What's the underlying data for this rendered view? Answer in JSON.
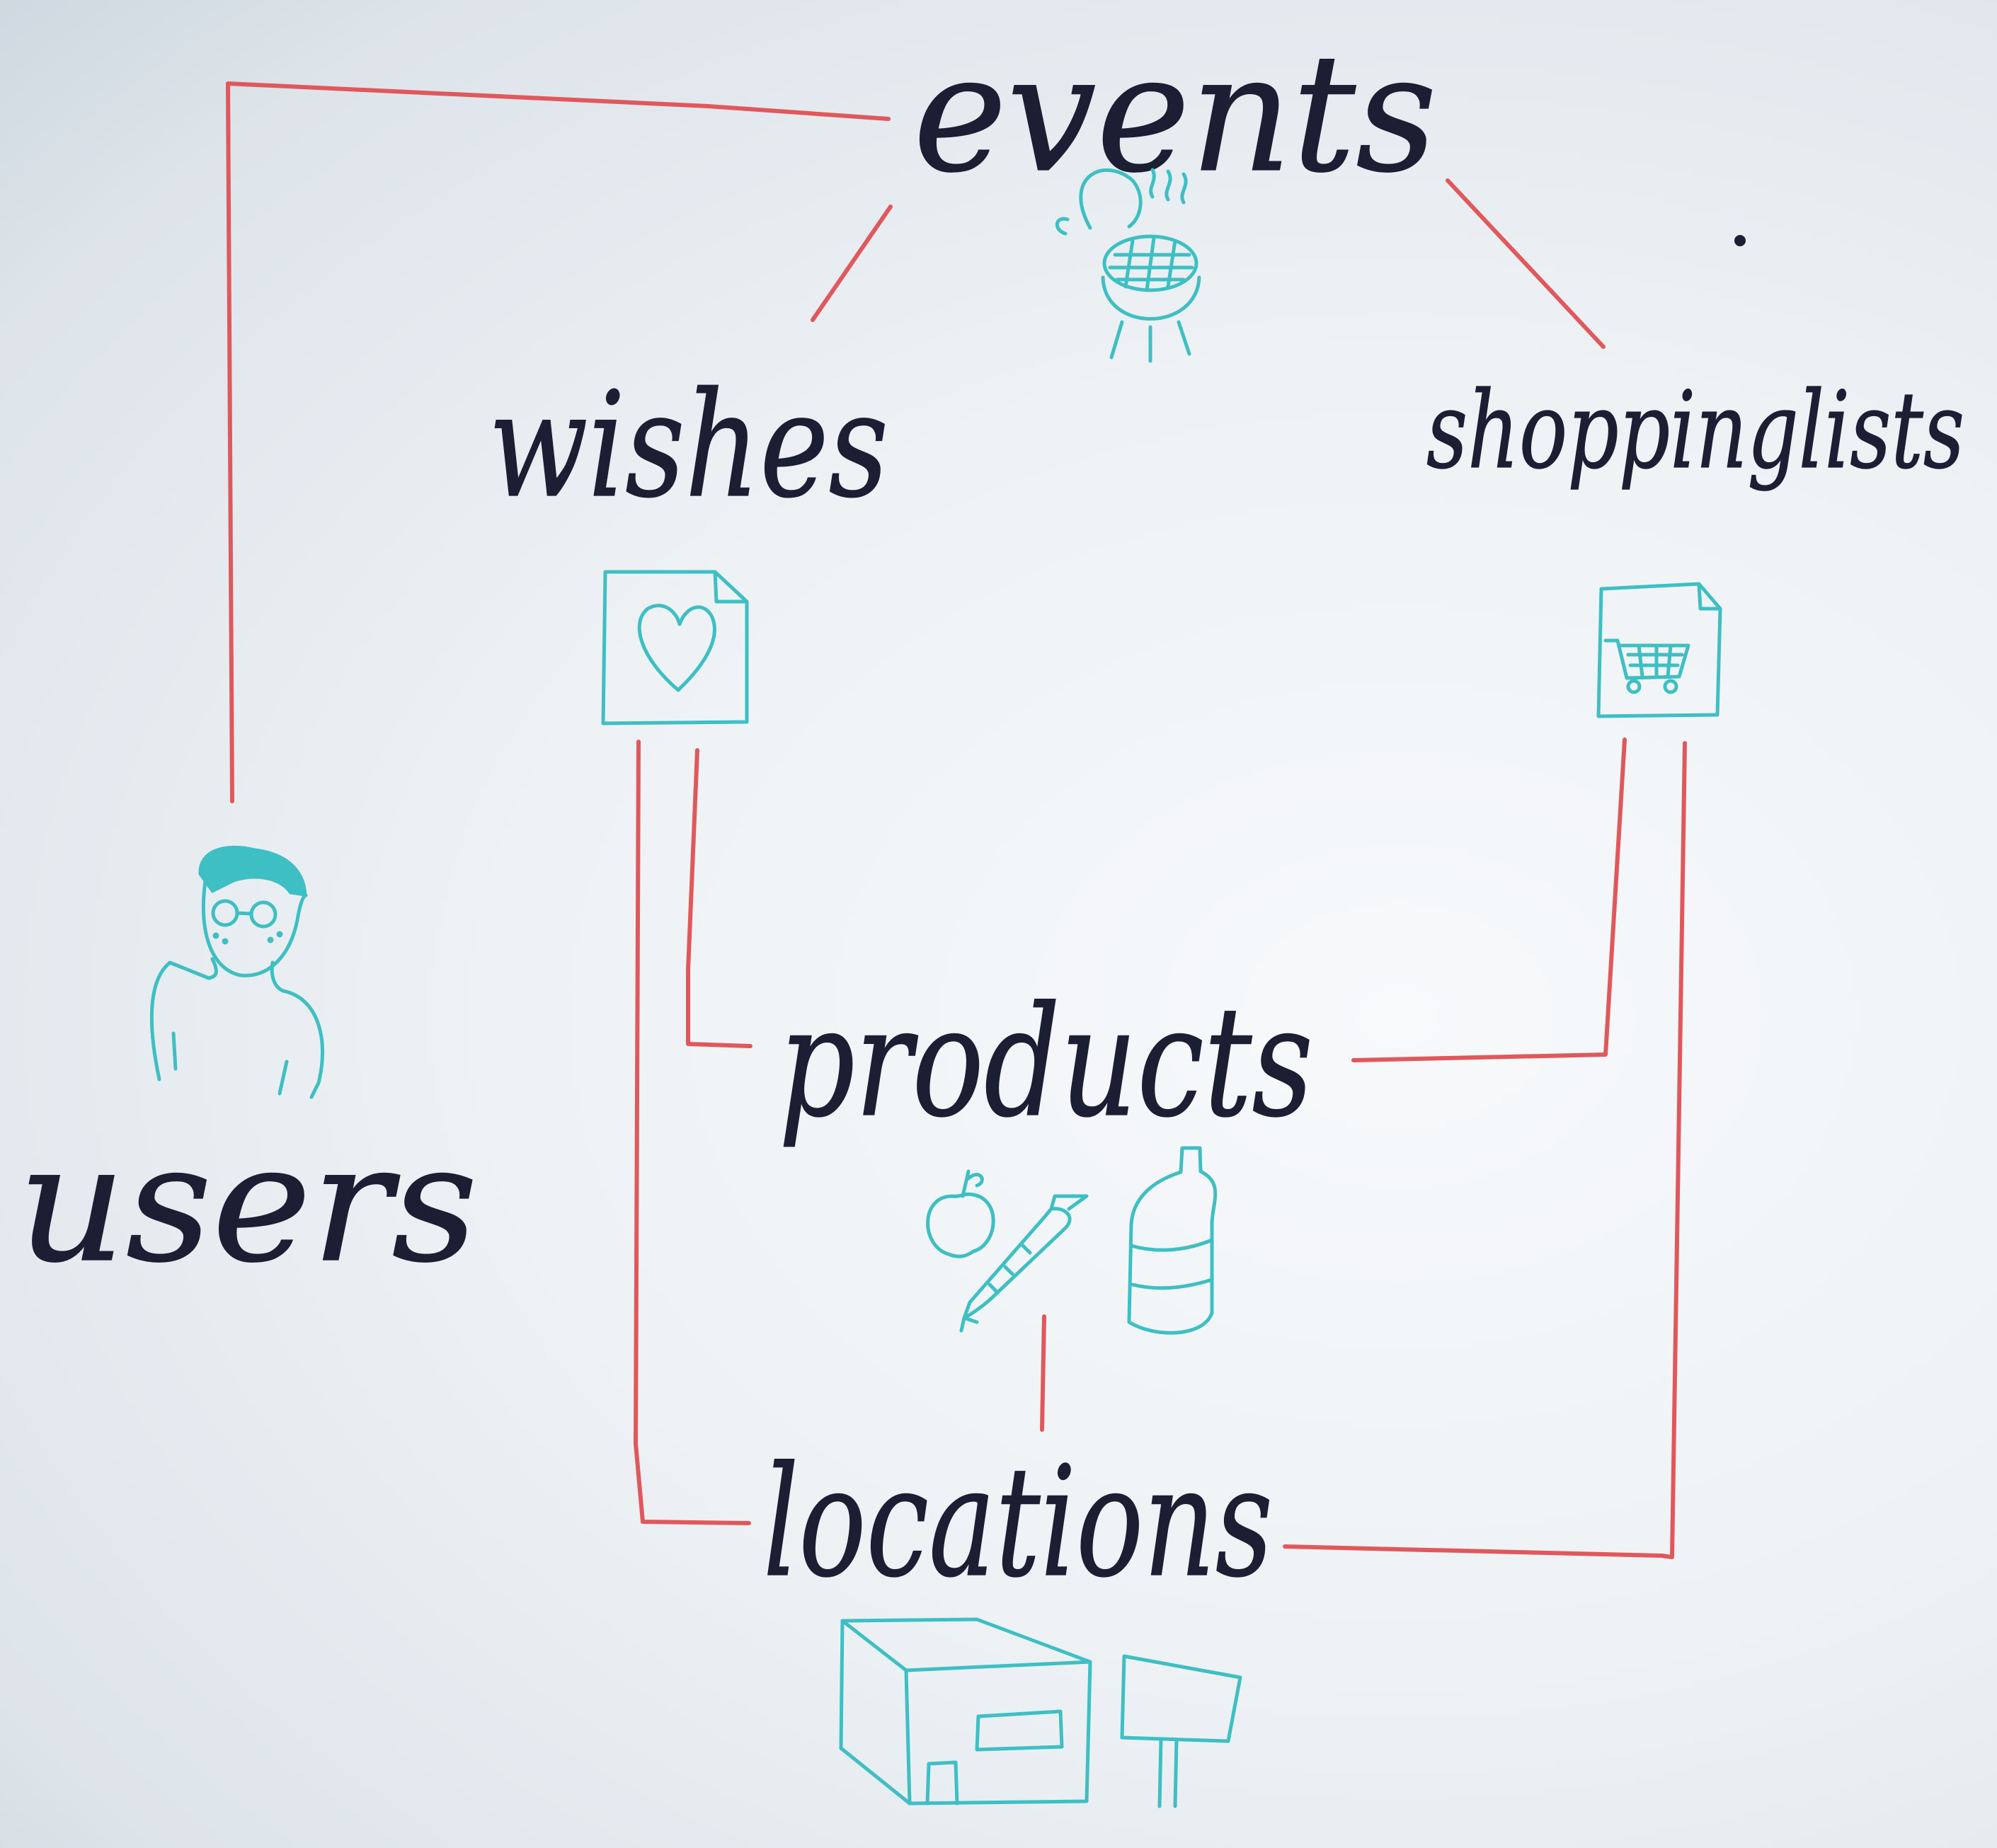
{
  "board": {
    "background": "#eef2f5",
    "ink_color": "#1c1f33",
    "connector_color": "#e0585b",
    "sketch_color": "#3ebfc4"
  },
  "nodes": {
    "events": {
      "label": "events",
      "icon": "grill-icon"
    },
    "wishes": {
      "label": "wishes",
      "icon": "heart-document-icon"
    },
    "shoppinglists": {
      "label": "shoppinglists",
      "icon": "cart-document-icon"
    },
    "users": {
      "label": "users",
      "icon": "person-icon"
    },
    "products": {
      "label": "products",
      "icon": "groceries-icon"
    },
    "locations": {
      "label": "locations",
      "icon": "store-icon"
    }
  },
  "connections": [
    {
      "from": "events",
      "to": "users"
    },
    {
      "from": "events",
      "to": "wishes"
    },
    {
      "from": "events",
      "to": "shoppinglists"
    },
    {
      "from": "wishes",
      "to": "products"
    },
    {
      "from": "wishes",
      "to": "locations"
    },
    {
      "from": "shoppinglists",
      "to": "products"
    },
    {
      "from": "shoppinglists",
      "to": "locations"
    },
    {
      "from": "products",
      "to": "locations"
    }
  ]
}
